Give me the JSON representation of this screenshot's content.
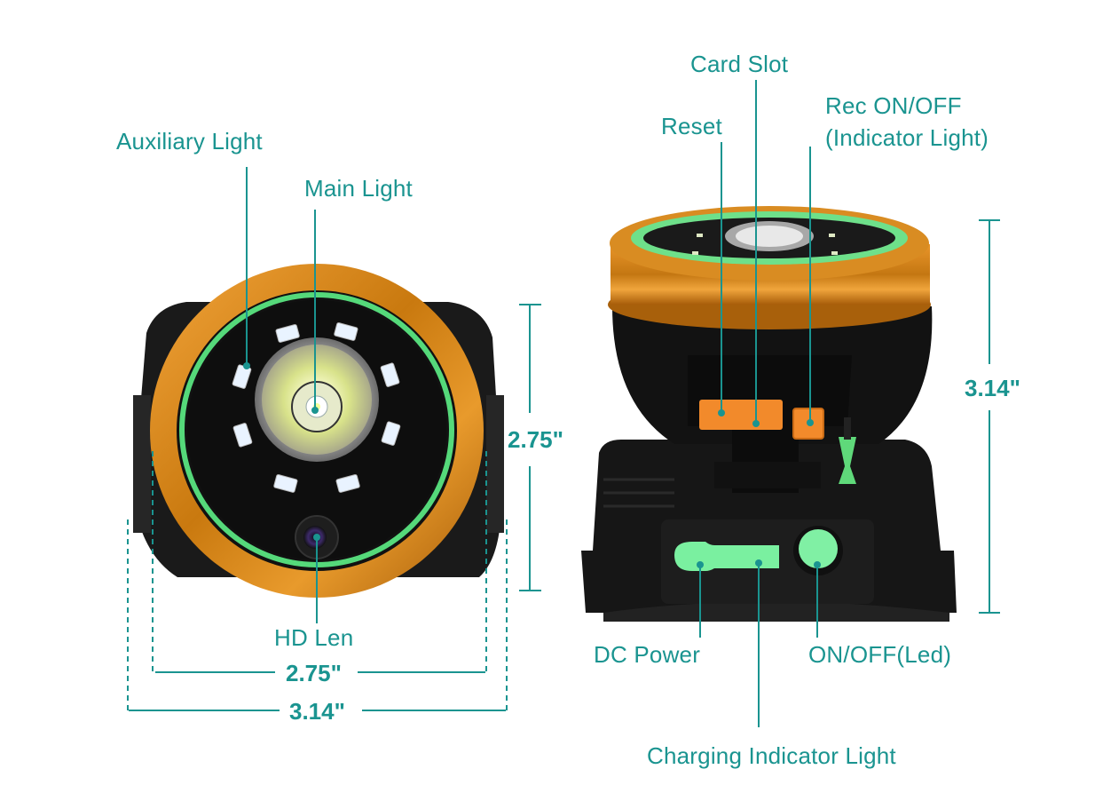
{
  "colors": {
    "accent": "#1a9490",
    "background": "#ffffff",
    "body_black": "#141414",
    "gold_ring": "#d98a1c",
    "green_ring": "#5fe07e",
    "button_orange": "#f08a2a",
    "button_green": "#7ff0a0"
  },
  "front_view": {
    "labels": {
      "auxiliary_light": "Auxiliary Light",
      "main_light": "Main Light",
      "hd_len": "HD Len"
    },
    "dimensions": {
      "height": "2.75\"",
      "inner_width": "2.75\"",
      "outer_width": "3.14\""
    }
  },
  "side_view": {
    "labels": {
      "card_slot": "Card Slot",
      "reset": "Reset",
      "rec_on_off_line1": "Rec ON/OFF",
      "rec_on_off_line2": "(Indicator Light)",
      "dc_power": "DC Power",
      "on_off_led": "ON/OFF(Led)",
      "charging_indicator_light": "Charging Indicator Light"
    },
    "dimensions": {
      "height": "3.14\""
    }
  }
}
